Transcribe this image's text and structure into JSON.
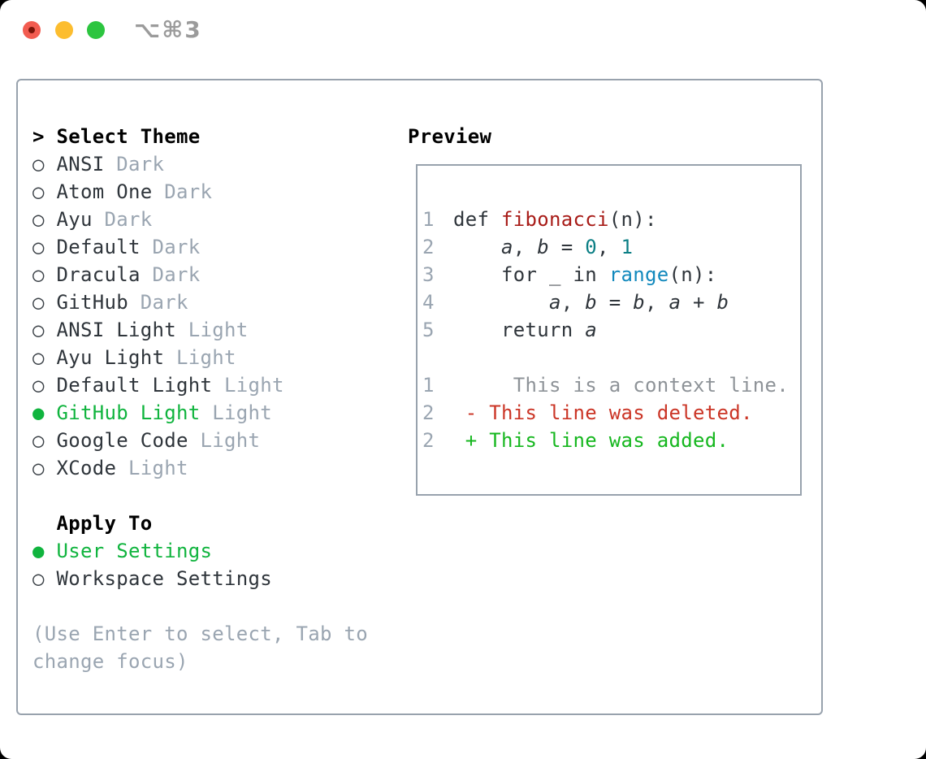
{
  "window": {
    "title": "⌥⌘3",
    "traffic_lights": [
      {
        "name": "close",
        "color": "#f25c50"
      },
      {
        "name": "minimize",
        "color": "#fcbd2f"
      },
      {
        "name": "zoom",
        "color": "#2cc53f"
      }
    ]
  },
  "sidebar": {
    "header_prompt": "> ",
    "header_label": "Select Theme",
    "bullet_unselected": "○",
    "bullet_selected": "●",
    "themes": [
      {
        "name": "ANSI",
        "variant": "Dark",
        "selected": false
      },
      {
        "name": "Atom One",
        "variant": "Dark",
        "selected": false
      },
      {
        "name": "Ayu",
        "variant": "Dark",
        "selected": false
      },
      {
        "name": "Default",
        "variant": "Dark",
        "selected": false
      },
      {
        "name": "Dracula",
        "variant": "Dark",
        "selected": false
      },
      {
        "name": "GitHub",
        "variant": "Dark",
        "selected": false
      },
      {
        "name": "ANSI Light",
        "variant": "Light",
        "selected": false
      },
      {
        "name": "Ayu Light",
        "variant": "Light",
        "selected": false
      },
      {
        "name": "Default Light",
        "variant": "Light",
        "selected": false
      },
      {
        "name": "GitHub Light",
        "variant": "Light",
        "selected": true
      },
      {
        "name": "Google Code",
        "variant": "Light",
        "selected": false
      },
      {
        "name": "XCode",
        "variant": "Light",
        "selected": false
      }
    ],
    "apply_label": "Apply To",
    "apply_options": [
      {
        "name": "User Settings",
        "selected": true
      },
      {
        "name": "Workspace Settings",
        "selected": false
      }
    ],
    "hint_lines": [
      "(Use Enter to select, Tab to",
      "change focus)"
    ]
  },
  "preview": {
    "label": "Preview",
    "lines": [
      {
        "num": "1",
        "segs": [
          {
            "t": "def ",
            "s": "kw"
          },
          {
            "t": "fibonacci",
            "s": "fn"
          },
          {
            "t": "(n):",
            "s": "plain"
          }
        ]
      },
      {
        "num": "2",
        "segs": [
          {
            "t": "    ",
            "s": "plain"
          },
          {
            "t": "a",
            "s": "var"
          },
          {
            "t": ", ",
            "s": "plain"
          },
          {
            "t": "b",
            "s": "var"
          },
          {
            "t": " = ",
            "s": "plain"
          },
          {
            "t": "0",
            "s": "num"
          },
          {
            "t": ", ",
            "s": "plain"
          },
          {
            "t": "1",
            "s": "num"
          }
        ]
      },
      {
        "num": "3",
        "segs": [
          {
            "t": "    ",
            "s": "plain"
          },
          {
            "t": "for",
            "s": "kw"
          },
          {
            "t": " _ ",
            "s": "plain"
          },
          {
            "t": "in",
            "s": "kw"
          },
          {
            "t": " ",
            "s": "plain"
          },
          {
            "t": "range",
            "s": "builtin"
          },
          {
            "t": "(n):",
            "s": "plain"
          }
        ]
      },
      {
        "num": "4",
        "segs": [
          {
            "t": "        ",
            "s": "plain"
          },
          {
            "t": "a",
            "s": "var"
          },
          {
            "t": ", ",
            "s": "plain"
          },
          {
            "t": "b",
            "s": "var"
          },
          {
            "t": " = ",
            "s": "plain"
          },
          {
            "t": "b",
            "s": "var"
          },
          {
            "t": ", ",
            "s": "plain"
          },
          {
            "t": "a",
            "s": "var"
          },
          {
            "t": " + ",
            "s": "plain"
          },
          {
            "t": "b",
            "s": "var"
          }
        ]
      },
      {
        "num": "5",
        "segs": [
          {
            "t": "    ",
            "s": "plain"
          },
          {
            "t": "return",
            "s": "kw"
          },
          {
            "t": " ",
            "s": "plain"
          },
          {
            "t": "a",
            "s": "var"
          }
        ]
      },
      {
        "blank": true
      },
      {
        "num": "1",
        "segs": [
          {
            "t": "     This is a context line.",
            "s": "ctx"
          }
        ]
      },
      {
        "num": "2",
        "segs": [
          {
            "t": " - This line was deleted.",
            "s": "del"
          }
        ]
      },
      {
        "num": "2",
        "segs": [
          {
            "t": " + This line was added.",
            "s": "add"
          }
        ]
      }
    ]
  },
  "colors": {
    "accent_green": "#10b43e",
    "function_red": "#a81c18",
    "number_teal": "#0c7f85",
    "builtin_blue": "#1289bd",
    "deleted_red": "#cb3526",
    "added_green": "#16b71f",
    "muted_gray": "#9aa5b1",
    "panel_border": "#98a2ad"
  }
}
